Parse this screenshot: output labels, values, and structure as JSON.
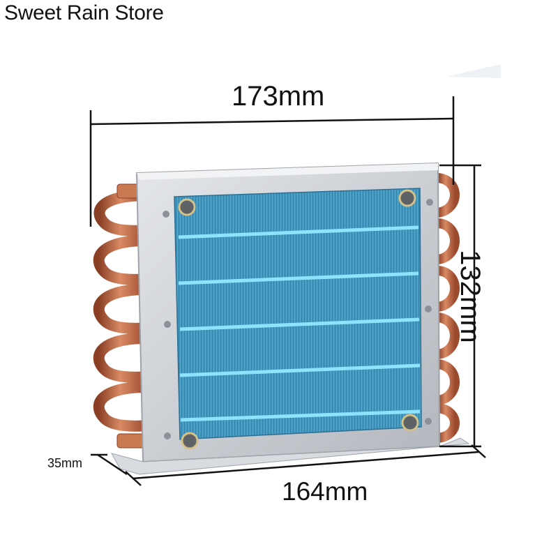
{
  "store": {
    "name": "Sweet Rain Store"
  },
  "dimensions": {
    "width_top": "173mm",
    "width_bottom": "164mm",
    "height": "132mm",
    "depth": "35mm"
  },
  "colors": {
    "fin_blue": "#4aa3c9",
    "tube_highlight": "#7fd8f5",
    "copper": "#c06a45",
    "frame": "#c9ccd1",
    "line": "#111111"
  }
}
